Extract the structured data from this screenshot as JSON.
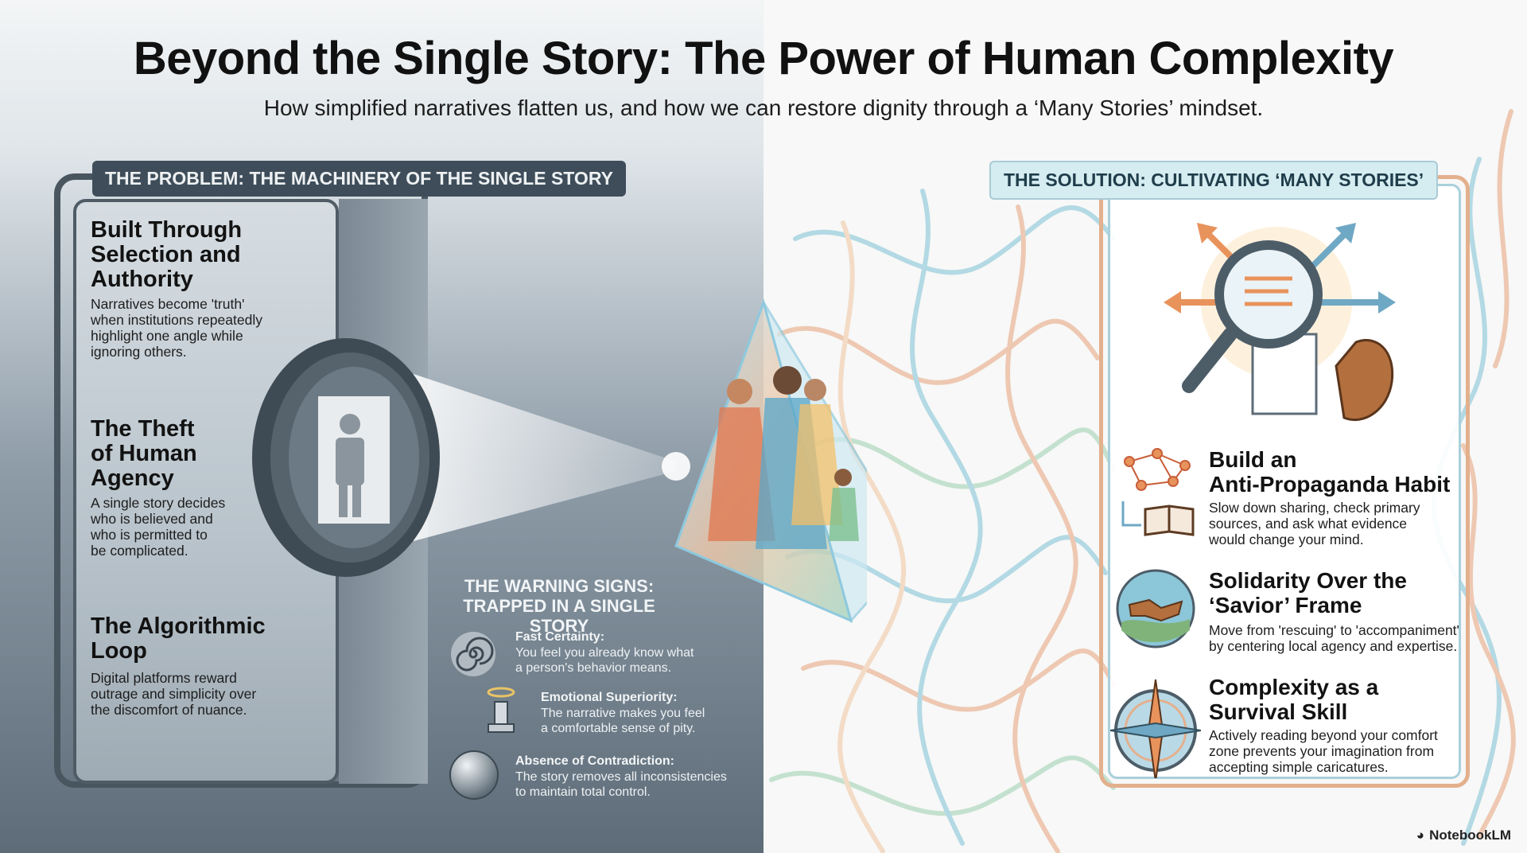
{
  "header": {
    "title": "Beyond the Single Story: The Power of Human Complexity",
    "subtitle": "How simplified narratives flatten us, and how we can restore dignity through a ‘Many Stories’ mindset."
  },
  "problem": {
    "banner": "THE PROBLEM: THE MACHINERY OF THE SINGLE STORY",
    "items": [
      {
        "title": [
          "Built Through",
          "Selection and",
          "Authority"
        ],
        "desc": [
          "Narratives become 'truth'",
          "when institutions repeatedly",
          "highlight one angle while",
          "ignoring others."
        ]
      },
      {
        "title": [
          "The Theft",
          "of Human",
          "Agency"
        ],
        "desc": [
          "A single story decides",
          "who is believed and",
          "who is permitted to",
          "be complicated."
        ]
      },
      {
        "title": [
          "The Algorithmic",
          "Loop"
        ],
        "desc": [
          "Digital platforms reward",
          "outrage and simplicity over",
          "the discomfort of nuance."
        ]
      }
    ]
  },
  "warning": {
    "title": [
      "THE WARNING SIGNS:",
      "TRAPPED IN A SINGLE STORY"
    ],
    "signs": [
      {
        "title": "Fast Certainty:",
        "desc": [
          "You feel you already know what",
          "a person's behavior means."
        ],
        "icon": "spiral-icon"
      },
      {
        "title": "Emotional Superiority:",
        "desc": [
          "The narrative makes you feel",
          "a comfortable sense of pity."
        ],
        "icon": "pedestal-halo-icon"
      },
      {
        "title": "Absence of Contradiction:",
        "desc": [
          "The story removes all inconsistencies",
          "to maintain total control."
        ],
        "icon": "sphere-icon"
      }
    ]
  },
  "solution": {
    "banner": "THE SOLUTION: CULTIVATING ‘MANY STORIES’",
    "items": [
      {
        "title": [
          "Build an",
          "Anti-Propaganda Habit"
        ],
        "desc": [
          "Slow down sharing, check primary",
          "sources, and ask what evidence",
          "would change your mind."
        ],
        "icon": "network-book-icon"
      },
      {
        "title": [
          "Solidarity Over the",
          "‘Savior’ Frame"
        ],
        "desc": [
          "Move from 'rescuing' to 'accompaniment'",
          "by centering local agency and expertise."
        ],
        "icon": "handshake-globe-icon"
      },
      {
        "title": [
          "Complexity as a",
          "Survival Skill"
        ],
        "desc": [
          "Actively reading beyond your comfort",
          "zone prevents your imagination from",
          "accepting simple caricatures."
        ],
        "icon": "compass-icon"
      }
    ]
  },
  "brand": "NotebookLM",
  "colors": {
    "problem_banner": "#3e4d59",
    "solution_banner": "#d5ecf1",
    "accent_orange": "#e8935c",
    "accent_blue": "#7cc0d6"
  }
}
